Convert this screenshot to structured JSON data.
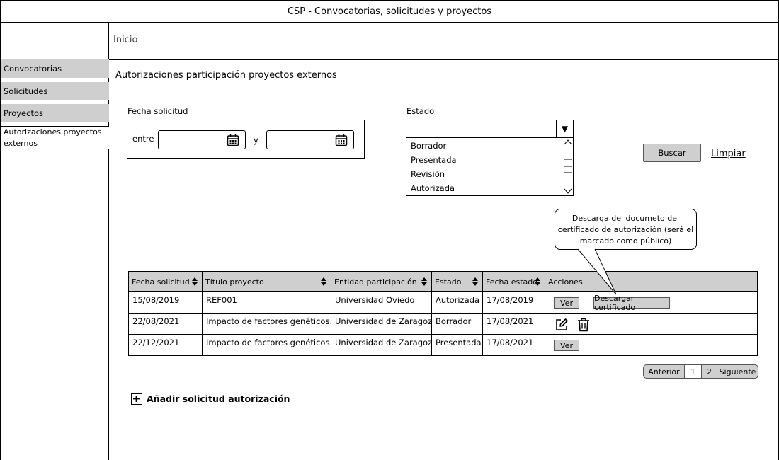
{
  "window": {
    "title": "CSP - Convocatorias, solicitudes y proyectos"
  },
  "sidebar": {
    "items": [
      {
        "label": "Convocatorias"
      },
      {
        "label": "Solicitudes"
      },
      {
        "label": "Proyectos"
      },
      {
        "label": "Autorizaciones proyectos externos"
      }
    ]
  },
  "breadcrumb": {
    "label": "Inicio"
  },
  "page": {
    "title": "Autorizaciones participación proyectos externos"
  },
  "filters": {
    "fecha_label": "Fecha solicitud",
    "entre_label": "entre",
    "y_label": "y",
    "estado_label": "Estado",
    "estado_value": "",
    "estado_options": [
      "Borrador",
      "Presentada",
      "Revisión",
      "Autorizada"
    ],
    "buscar_label": "Buscar",
    "limpiar_label": "Limpiar"
  },
  "callout": {
    "text": "Descarga del documeto del certificado de autorización (será el marcado como público)"
  },
  "table": {
    "columns": [
      "Fecha solicitud",
      "Título proyecto",
      "Entidad participación",
      "Estado",
      "Fecha estado",
      "Acciones"
    ],
    "rows": [
      {
        "fecha": "15/08/2019",
        "titulo": "REF001",
        "entidad": "Universidad Oviedo",
        "estado": "Autorizada",
        "fecha_estado": "17/08/2019",
        "actions": [
          "Ver",
          "Descargar certificado"
        ]
      },
      {
        "fecha": "22/08/2021",
        "titulo": "Impacto de factores genéticos..",
        "entidad": "Universidad de Zaragoza",
        "estado": "Borrador",
        "fecha_estado": "17/08/2021",
        "actions": [
          "edit-icon",
          "trash-icon"
        ]
      },
      {
        "fecha": "22/12/2021",
        "titulo": "Impacto de factores genéticos..",
        "entidad": "Universidad de Zaragoza",
        "estado": "Presentada",
        "fecha_estado": "17/08/2021",
        "actions": [
          "Ver"
        ]
      }
    ]
  },
  "pagination": {
    "prev": "Anterior",
    "pages": [
      "1",
      "2"
    ],
    "next": "Siguiente"
  },
  "add": {
    "label": "Añadir solicitud autorización"
  }
}
